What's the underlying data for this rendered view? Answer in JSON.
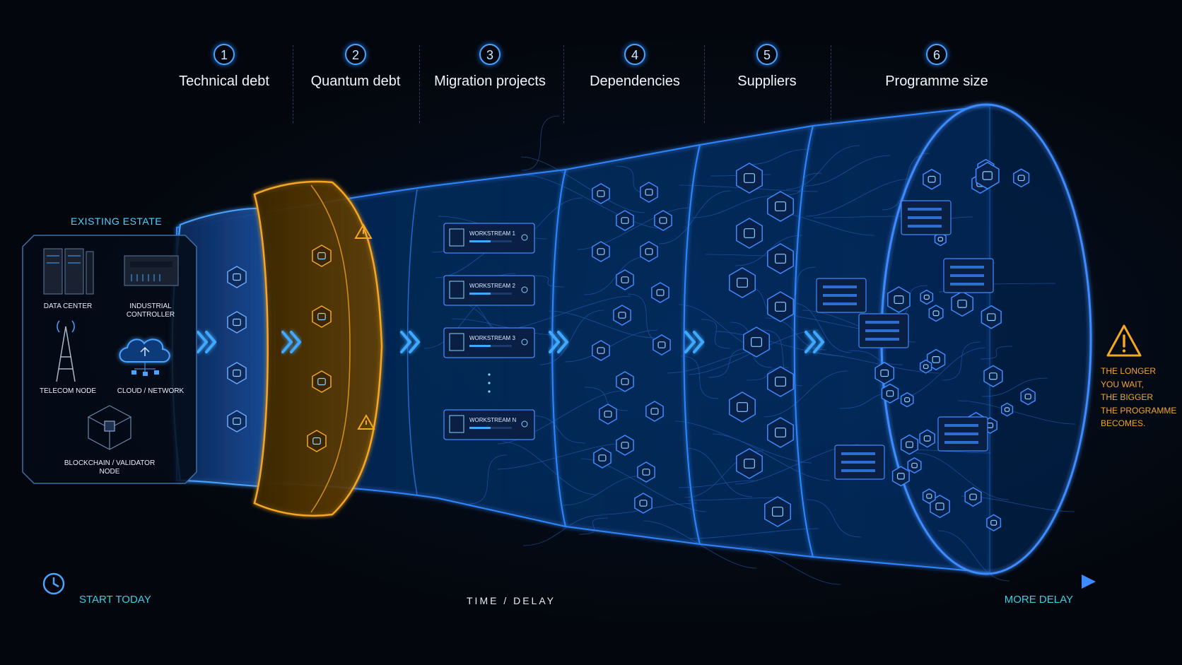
{
  "steps": [
    {
      "num": "1",
      "label": "Technical debt"
    },
    {
      "num": "2",
      "label": "Quantum debt"
    },
    {
      "num": "3",
      "label": "Migration projects"
    },
    {
      "num": "4",
      "label": "Dependencies"
    },
    {
      "num": "5",
      "label": "Suppliers"
    },
    {
      "num": "6",
      "label": "Programme size"
    }
  ],
  "estate": {
    "title": "EXISTING ESTATE",
    "items": [
      {
        "label": "DATA CENTER",
        "icon": "server-rack-icon"
      },
      {
        "label": "INDUSTRIAL CONTROLLER",
        "icon": "controller-icon"
      },
      {
        "label": "TELECOM NODE",
        "icon": "antenna-tower-icon"
      },
      {
        "label": "CLOUD / NETWORK",
        "icon": "cloud-network-icon"
      },
      {
        "label": "BLOCKCHAIN / VALIDATOR NODE",
        "icon": "blockchain-icon"
      }
    ]
  },
  "workstreams": [
    "WORKSTREAM 1",
    "WORKSTREAM 2",
    "WORKSTREAM 3",
    "WORKSTREAM N"
  ],
  "warning": {
    "line1": "THE LONGER",
    "line2": "YOU WAIT,",
    "line3": "THE BIGGER",
    "line4": "THE PROGRAMME",
    "line5": "BECOMES."
  },
  "timeline": {
    "start": "START TODAY",
    "axis": "TIME / DELAY",
    "end": "MORE DELAY"
  },
  "colors": {
    "accent": "#3d8bff",
    "cyan": "#31d3e3",
    "amber": "#f5a623",
    "background": "#03060c"
  }
}
